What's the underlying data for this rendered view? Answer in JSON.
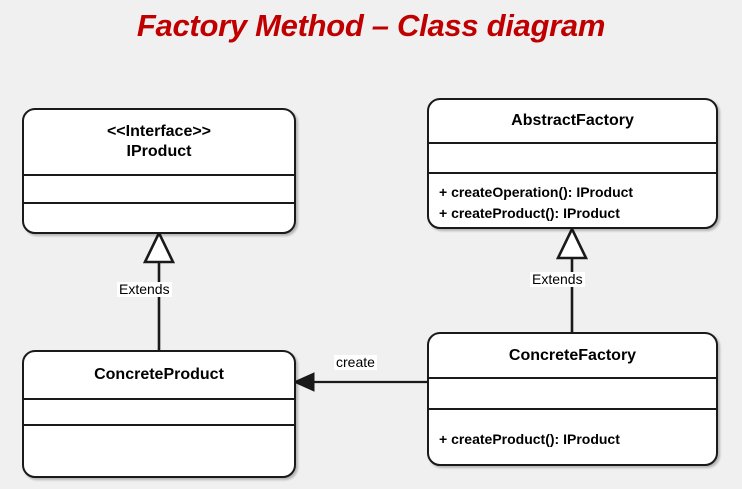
{
  "title": "Factory Method – Class diagram",
  "colors": {
    "background": "#f0f0f0",
    "title": "#c00000",
    "box_fill": "#ffffff",
    "stroke": "#1a1a1a"
  },
  "classes": {
    "iproduct": {
      "stereotype": "<<Interface>>",
      "name": "IProduct",
      "attributes": [],
      "methods": []
    },
    "abstract_factory": {
      "name": "AbstractFactory",
      "attributes": [],
      "methods": [
        "+ createOperation(): IProduct",
        "+ createProduct(): IProduct"
      ]
    },
    "concrete_product": {
      "name": "ConcreteProduct",
      "attributes": [],
      "methods": []
    },
    "concrete_factory": {
      "name": "ConcreteFactory",
      "attributes": [],
      "methods": [
        "+ createProduct(): IProduct"
      ]
    }
  },
  "relationships": {
    "product_extends": {
      "label": "Extends",
      "type": "generalization",
      "from": "ConcreteProduct",
      "to": "IProduct"
    },
    "factory_extends": {
      "label": "Extends",
      "type": "generalization",
      "from": "ConcreteFactory",
      "to": "AbstractFactory"
    },
    "create": {
      "label": "create",
      "type": "dependency",
      "from": "ConcreteFactory",
      "to": "ConcreteProduct"
    }
  }
}
